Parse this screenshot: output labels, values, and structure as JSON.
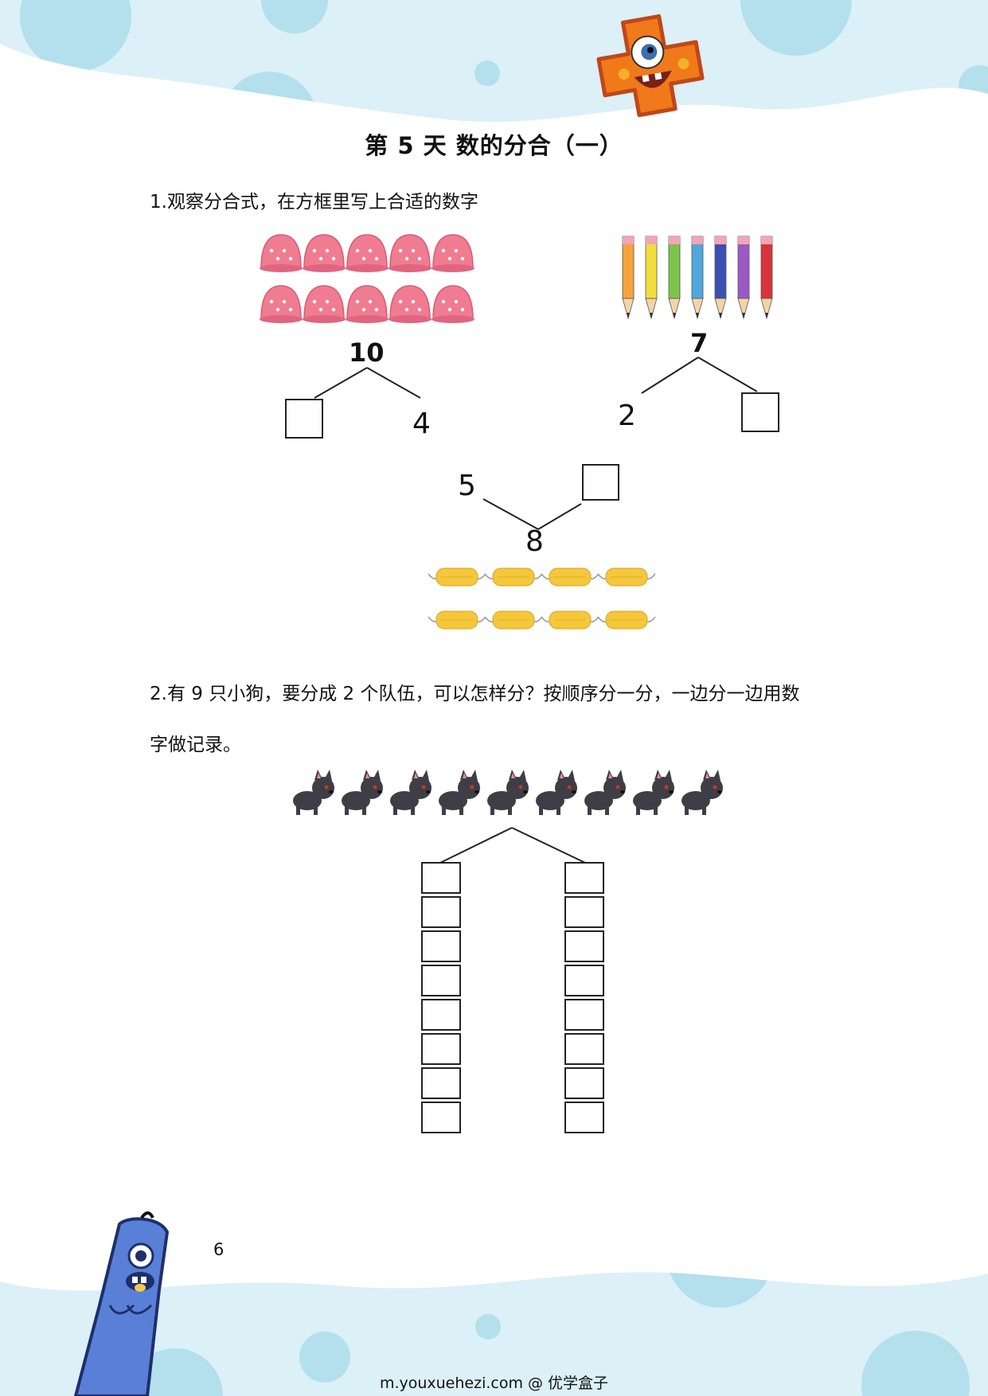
{
  "page": {
    "title": "第 5 天  数的分合（一）",
    "page_number": "6",
    "footer": "m.youxuehezi.com @ 优学盒子"
  },
  "question1": {
    "text": "1.观察分合式，在方框里写上合适的数字",
    "tree_a": {
      "total": "10",
      "known_part": "4",
      "picture": "hats",
      "count": 10
    },
    "tree_b": {
      "total": "7",
      "known_part": "2",
      "picture": "pencils",
      "count": 7
    },
    "tree_c": {
      "total": "8",
      "known_part": "5",
      "picture": "masks",
      "count": 8
    }
  },
  "question2": {
    "text_line1": "2.有 9 只小狗，要分成 2 个队伍，可以怎样分？按顺序分一分，一边分一边用数",
    "text_line2": "字做记录。",
    "dog_count": 9,
    "box_rows": 8
  },
  "colors": {
    "wave": "#dcf0f7",
    "bubble": "#b3e0ec",
    "hat": "#f07c92",
    "mask": "#f5c73b",
    "dog": "#3f3d45",
    "pencils": [
      "#f4a33c",
      "#f1de3b",
      "#7cc44a",
      "#4fa8dd",
      "#3b4fb3",
      "#9b59c6",
      "#d8343b"
    ]
  }
}
